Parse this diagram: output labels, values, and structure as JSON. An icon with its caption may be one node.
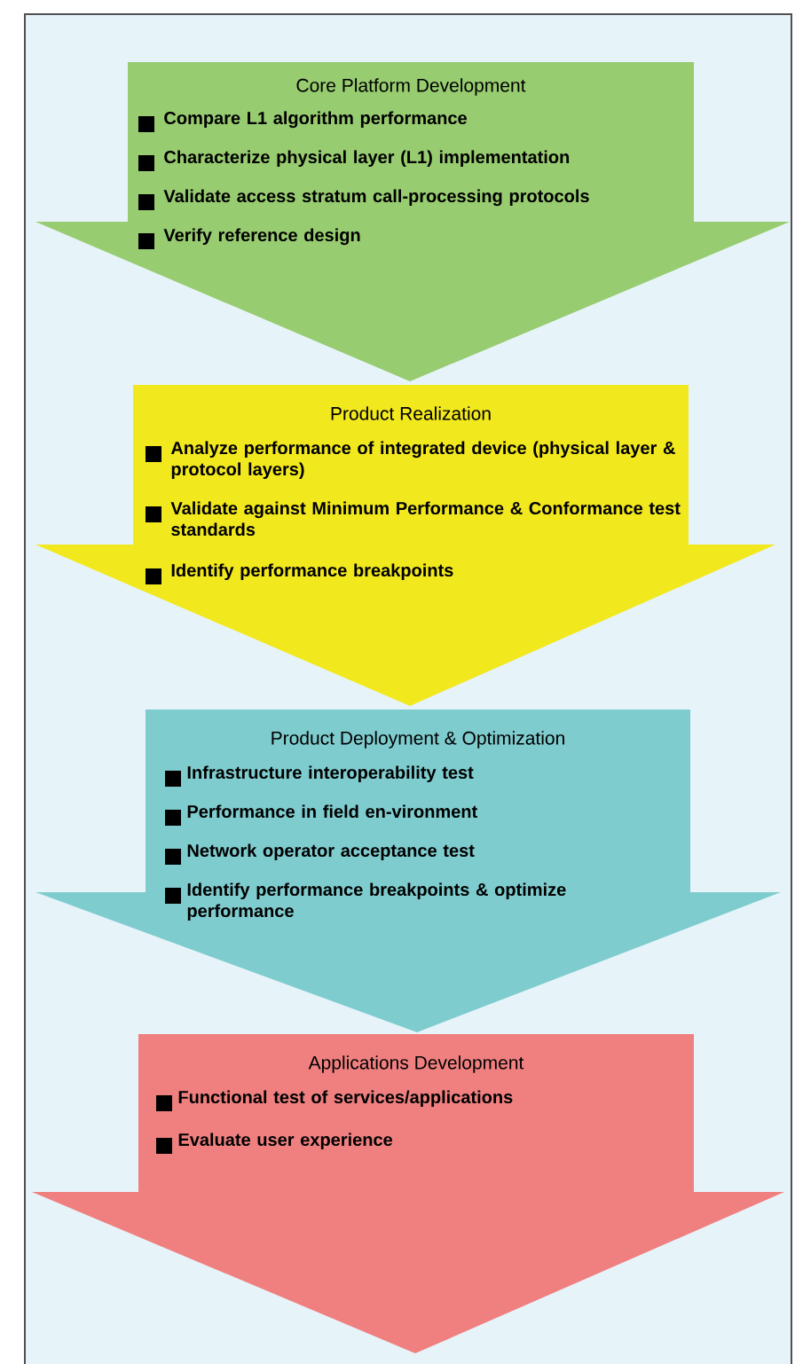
{
  "diagram": {
    "nodes": [
      {
        "text": [
          "Core Platform Development",
          "Compare L1 algorithm performance",
          "Characterize physical layer (L1) implementation",
          "Validate access stratum call-processing protocols",
          "Verify reference design"
        ]
      },
      {
        "text": [
          "Product Realization",
          "Analyze performance of integrated device (physical layer & protocol layers)",
          "Validate against Minimum Performance & Conformance test standards",
          "Identify performance breakpoints"
        ]
      },
      {
        "text": [
          "Product Deployment & Optimization",
          "Infrastructure interoperability test",
          "Performance in field en-vironment",
          "Network operator acceptance test",
          "Identify performance breakpoints & optimize performance"
        ]
      },
      {
        "text": [
          "Applications Development",
          "Functional test of services/applications",
          "Evaluate user experience"
        ]
      }
    ]
  }
}
